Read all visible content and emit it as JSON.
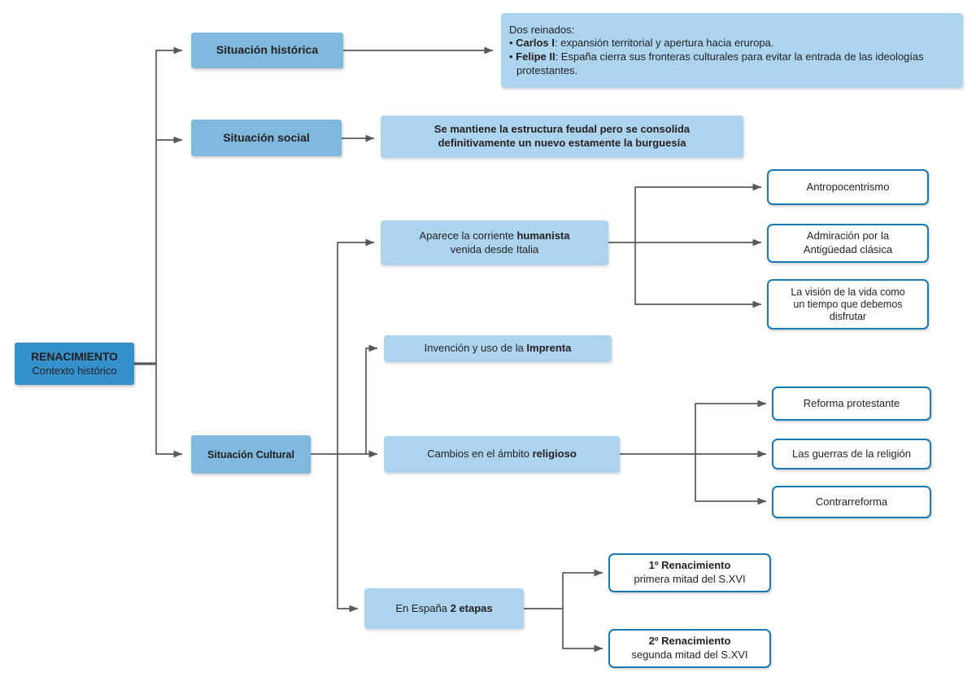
{
  "diagram": {
    "title": "RENACIMIENTO — Contexto histórico",
    "colors": {
      "root_fill": "#3491CB",
      "category_fill": "#7FB9DD",
      "content_fill": "#ACD4EE",
      "outline_border": "#1879B5",
      "connector": "#58595B",
      "text": "#231f20"
    },
    "root": {
      "line1": "RENACIMIENTO",
      "line2": "Contexto histórico"
    },
    "branches": {
      "historica": {
        "label": "Situación histórica",
        "detail": {
          "heading": "Dos reinados:",
          "bullets": [
            {
              "lead": "Carlos I",
              "rest": ": expansión territorial y apertura hacia eruropa."
            },
            {
              "lead": "Felipe II",
              "rest": ": España cierra sus fronteras culturales para evitar la entrada de las ideologías protestantes."
            }
          ]
        }
      },
      "social": {
        "label": "Situación social",
        "detail_line1": "Se mantiene la estructura feudal pero se consolida",
        "detail_line2_pre": "definitivamente un nuevo estamente ",
        "detail_line2_bold": "la burguesía"
      },
      "cultural": {
        "label": "Situación Cultural",
        "humanista": {
          "line1_pre": "Aparece la corriente ",
          "line1_bold": "humanista",
          "line2": "venida desde Italia",
          "children": [
            {
              "text": "Antropocentrismo"
            },
            {
              "line1": "Admiración por la",
              "line2": "Antigüedad clásica"
            },
            {
              "line1": "La visión de la vida como",
              "line2": "un tiempo que debemos",
              "line3": "disfrutar"
            }
          ]
        },
        "imprenta": {
          "pre": "Invención y uso de la ",
          "bold": "Imprenta"
        },
        "religioso": {
          "pre": "Cambios en el ámbito ",
          "bold": "religioso",
          "children": [
            {
              "text": "Reforma protestante"
            },
            {
              "text": "Las guerras de la religión"
            },
            {
              "text": "Contrarreforma"
            }
          ]
        },
        "etapas": {
          "pre": "En España ",
          "bold": "2 etapas",
          "children": [
            {
              "line1": "1º Renacimiento",
              "line2": "primera mitad del S.XVI"
            },
            {
              "line1": "2º Renacimiento",
              "line2": "segunda mitad del S.XVI"
            }
          ]
        }
      }
    }
  }
}
